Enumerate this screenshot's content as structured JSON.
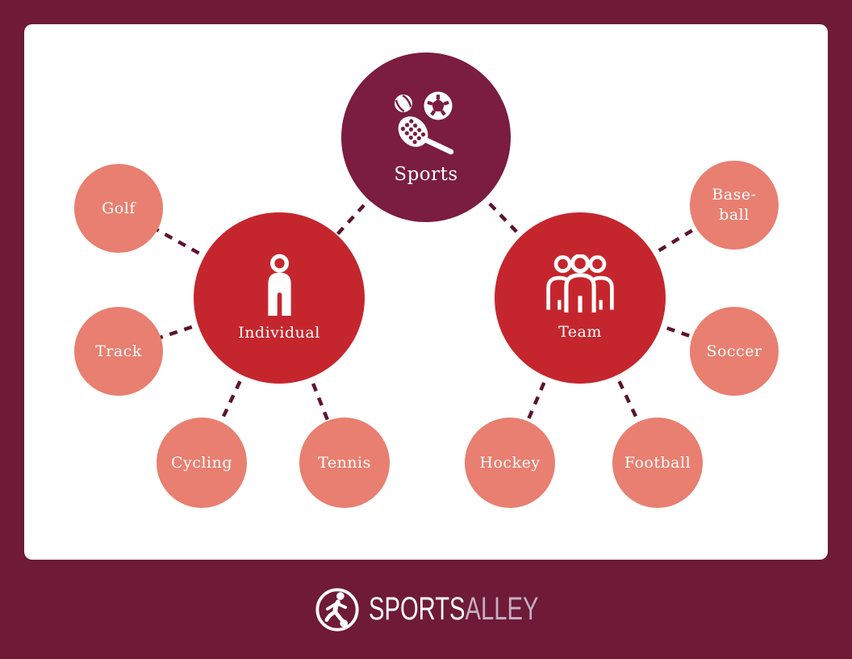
{
  "colors": {
    "background": "#6f1a37",
    "card": "#ffffff",
    "root_node": "#7a1d3e",
    "branch_node": "#c5262d",
    "leaf_node": "#e87f70",
    "connector": "#5d142f",
    "node_text": "#ffffff",
    "brand_primary_color": "#ffffff",
    "brand_secondary_color": "#c4b0bf"
  },
  "diagram": {
    "root": {
      "label": "Sports",
      "icon": "sports-equipment-icon"
    },
    "branches": [
      {
        "label": "Individual",
        "icon": "single-person-icon",
        "children": [
          {
            "label": "Golf"
          },
          {
            "label": "Track"
          },
          {
            "label": "Cycling"
          },
          {
            "label": "Tennis"
          }
        ]
      },
      {
        "label": "Team",
        "icon": "people-group-icon",
        "children": [
          {
            "label": "Base-\nball"
          },
          {
            "label": "Soccer"
          },
          {
            "label": "Hockey"
          },
          {
            "label": "Football"
          }
        ]
      }
    ]
  },
  "footer": {
    "brand_primary": "SPORTS",
    "brand_secondary": "ALLEY",
    "logo_icon": "soccer-player-icon"
  }
}
